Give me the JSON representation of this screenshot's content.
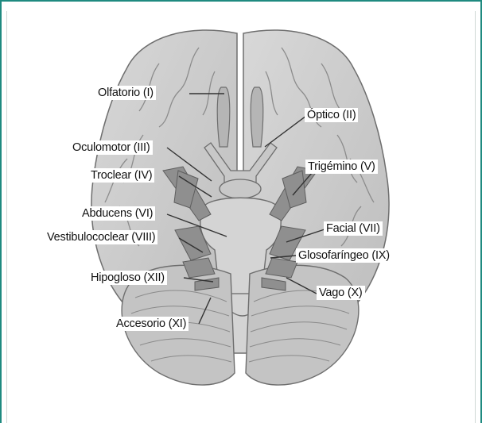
{
  "labels": {
    "olfatorio": "Olfatorio (I)",
    "optico": "Óptico (II)",
    "oculomotor": "Oculomotor (III)",
    "troclear": "Troclear (IV)",
    "trigemino": "Trigémino (V)",
    "abducens": "Abducens (VI)",
    "facial": "Facial (VII)",
    "vestibulococlear": "Vestibulococlear (VIII)",
    "glosofaringeo": "Glosofaríngeo (IX)",
    "vago": "Vago (X)",
    "hipogloso": "Hipogloso (XII)",
    "accesorio": "Accesorio (XI)"
  },
  "colors": {
    "frame": "#1f8a80",
    "brain_fill": "#cfcfcf",
    "brain_stroke": "#6e6e6e",
    "nerve": "#8a8a8a"
  }
}
